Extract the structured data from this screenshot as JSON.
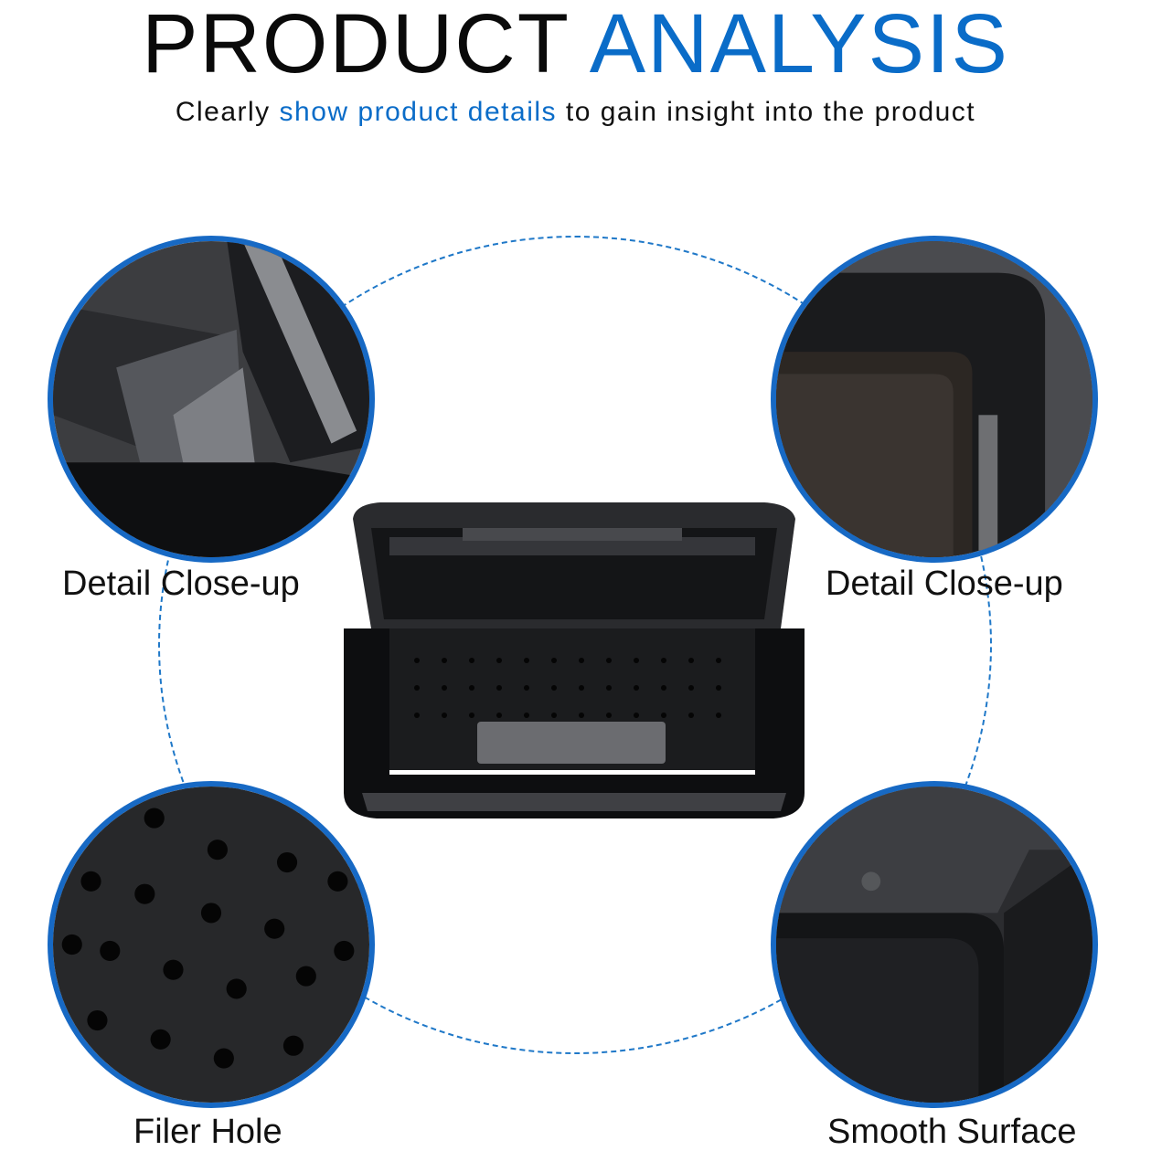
{
  "header": {
    "title_dark": "PRODUCT",
    "title_accent": "ANALYSIS",
    "subtitle_pre": "Clearly",
    "subtitle_accent": "show product details",
    "subtitle_post": "to gain insight into the product"
  },
  "features": [
    {
      "label": "Detail Close-up",
      "icon": "hinge-closeup"
    },
    {
      "label": "Detail Close-up",
      "icon": "lid-corner-closeup"
    },
    {
      "label": "Filer Hole",
      "icon": "hole-pattern-closeup"
    },
    {
      "label": "Smooth Surface",
      "icon": "smooth-corner-closeup"
    }
  ],
  "colors": {
    "accent": "#0a6cc8",
    "ring": "#1769c4",
    "text": "#111111"
  }
}
